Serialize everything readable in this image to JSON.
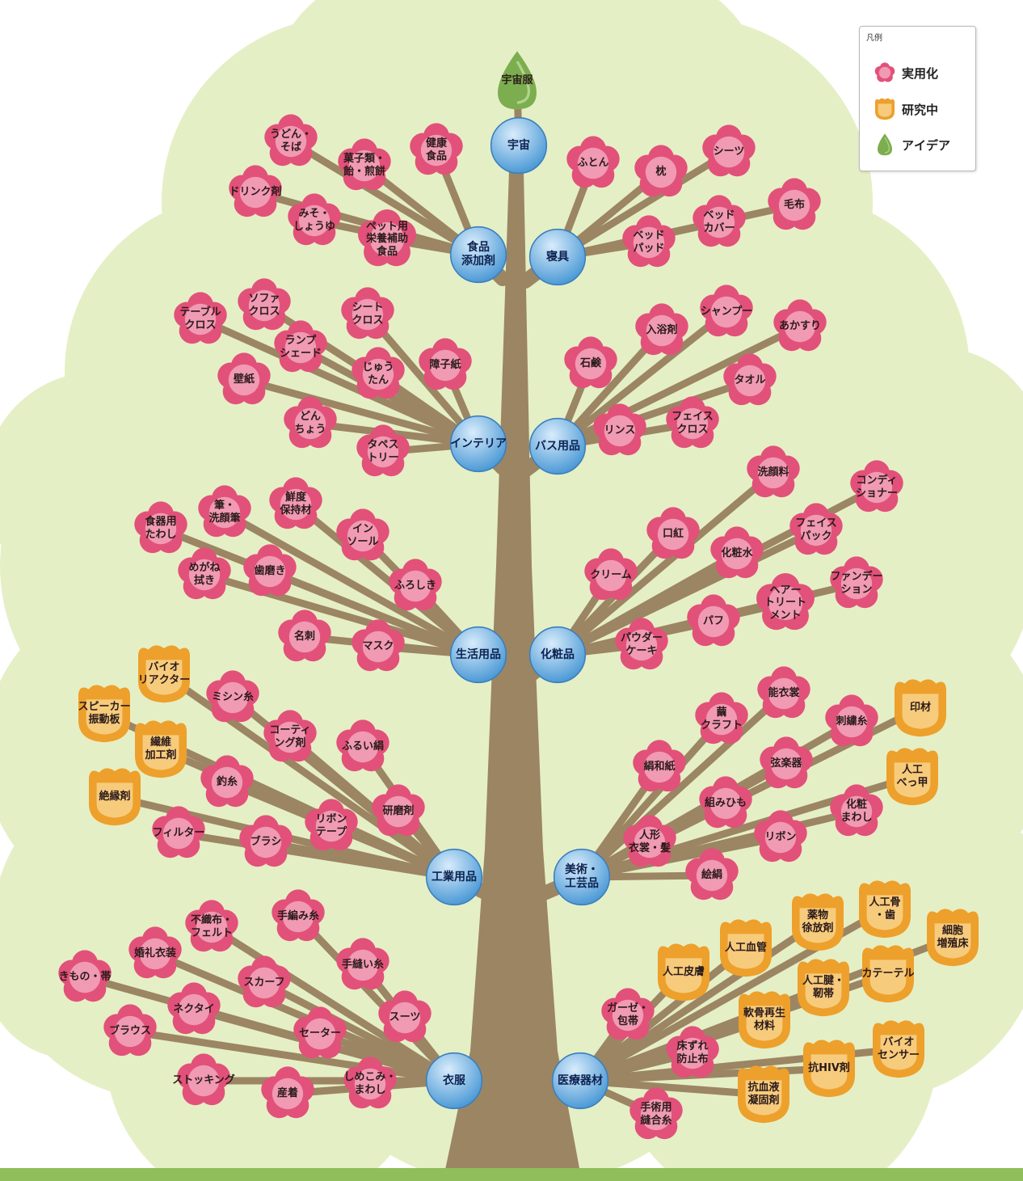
{
  "legend": {
    "title": "凡例",
    "items": [
      {
        "key": "flower",
        "label": "実用化",
        "icon": "pink-flower-icon"
      },
      {
        "key": "tulip",
        "label": "研究中",
        "icon": "yellow-bud-icon"
      },
      {
        "key": "leaf",
        "label": "アイデア",
        "icon": "green-leaf-icon"
      }
    ]
  },
  "colors": {
    "flower": "#e2517a",
    "flower_light": "#fbd7e1",
    "tulip": "#eda02b",
    "tulip_light": "#fde8b3",
    "leaf": "#7cae4f",
    "leaf_light": "#c7e2a5",
    "trunk": "#9c8563",
    "foliage": "#e5efc5",
    "category": "#4d9ad6",
    "category_light": "#d8ecfb"
  },
  "categories": [
    {
      "id": "space",
      "label": "宇宙"
    },
    {
      "id": "food",
      "label": "食品\n添加剤"
    },
    {
      "id": "bedding",
      "label": "寝具"
    },
    {
      "id": "interior",
      "label": "インテリア"
    },
    {
      "id": "bath",
      "label": "バス用品"
    },
    {
      "id": "daily",
      "label": "生活用品"
    },
    {
      "id": "cosmetics",
      "label": "化粧品"
    },
    {
      "id": "industrial",
      "label": "工業用品"
    },
    {
      "id": "art",
      "label": "美術・\n工芸品"
    },
    {
      "id": "clothing",
      "label": "衣服"
    },
    {
      "id": "medical",
      "label": "医療器材"
    }
  ],
  "items": [
    {
      "label": "宇宙服",
      "type": "leaf"
    },
    {
      "label": "うどん・\nそば",
      "type": "flower"
    },
    {
      "label": "菓子類・\n飴・煎餅",
      "type": "flower"
    },
    {
      "label": "健康\n食品",
      "type": "flower"
    },
    {
      "label": "ドリンク剤",
      "type": "flower"
    },
    {
      "label": "みそ・\nしょうゆ",
      "type": "flower"
    },
    {
      "label": "ペット用\n栄養補助\n食品",
      "type": "flower"
    },
    {
      "label": "ふとん",
      "type": "flower"
    },
    {
      "label": "枕",
      "type": "flower"
    },
    {
      "label": "シーツ",
      "type": "flower"
    },
    {
      "label": "毛布",
      "type": "flower"
    },
    {
      "label": "ベッド\nカバー",
      "type": "flower"
    },
    {
      "label": "ベッド\nパッド",
      "type": "flower"
    },
    {
      "label": "ソファ\nクロス",
      "type": "flower"
    },
    {
      "label": "テーブル\nクロス",
      "type": "flower"
    },
    {
      "label": "シート\nクロス",
      "type": "flower"
    },
    {
      "label": "ランプ\nシェード",
      "type": "flower"
    },
    {
      "label": "壁紙",
      "type": "flower"
    },
    {
      "label": "じゅう\nたん",
      "type": "flower"
    },
    {
      "label": "障子紙",
      "type": "flower"
    },
    {
      "label": "どん\nちょう",
      "type": "flower"
    },
    {
      "label": "タペス\nトリー",
      "type": "flower"
    },
    {
      "label": "シャンプー",
      "type": "flower"
    },
    {
      "label": "入浴剤",
      "type": "flower"
    },
    {
      "label": "あかすり",
      "type": "flower"
    },
    {
      "label": "石鹸",
      "type": "flower"
    },
    {
      "label": "タオル",
      "type": "flower"
    },
    {
      "label": "フェイス\nクロス",
      "type": "flower"
    },
    {
      "label": "リンス",
      "type": "flower"
    },
    {
      "label": "筆・\n洗顔筆",
      "type": "flower"
    },
    {
      "label": "鮮度\n保持材",
      "type": "flower"
    },
    {
      "label": "食器用\nたわし",
      "type": "flower"
    },
    {
      "label": "イン\nソール",
      "type": "flower"
    },
    {
      "label": "めがね\n拭き",
      "type": "flower"
    },
    {
      "label": "歯磨き",
      "type": "flower"
    },
    {
      "label": "ふろしき",
      "type": "flower"
    },
    {
      "label": "名刺",
      "type": "flower"
    },
    {
      "label": "マスク",
      "type": "flower"
    },
    {
      "label": "洗顔料",
      "type": "flower"
    },
    {
      "label": "コンディ\nショナー",
      "type": "flower"
    },
    {
      "label": "口紅",
      "type": "flower"
    },
    {
      "label": "フェイス\nパック",
      "type": "flower"
    },
    {
      "label": "化粧水",
      "type": "flower"
    },
    {
      "label": "クリーム",
      "type": "flower"
    },
    {
      "label": "ファンデー\nション",
      "type": "flower"
    },
    {
      "label": "ヘアー\nトリート\nメント",
      "type": "flower"
    },
    {
      "label": "パフ",
      "type": "flower"
    },
    {
      "label": "パウダー\nケーキ",
      "type": "flower"
    },
    {
      "label": "バイオ\nリアクター",
      "type": "tulip"
    },
    {
      "label": "スピーカー\n振動板",
      "type": "tulip"
    },
    {
      "label": "ミシン糸",
      "type": "flower"
    },
    {
      "label": "繊維\n加工剤",
      "type": "tulip"
    },
    {
      "label": "コーティ\nング剤",
      "type": "flower"
    },
    {
      "label": "ふるい絹",
      "type": "flower"
    },
    {
      "label": "釣糸",
      "type": "flower"
    },
    {
      "label": "絶縁剤",
      "type": "tulip"
    },
    {
      "label": "研磨剤",
      "type": "flower"
    },
    {
      "label": "リボン\nテープ",
      "type": "flower"
    },
    {
      "label": "フィルター",
      "type": "flower"
    },
    {
      "label": "ブラシ",
      "type": "flower"
    },
    {
      "label": "能衣裳",
      "type": "flower"
    },
    {
      "label": "繭\nクラフト",
      "type": "flower"
    },
    {
      "label": "刺繍糸",
      "type": "flower"
    },
    {
      "label": "印材",
      "type": "tulip"
    },
    {
      "label": "絹和紙",
      "type": "flower"
    },
    {
      "label": "弦楽器",
      "type": "flower"
    },
    {
      "label": "人工\nべっ甲",
      "type": "tulip"
    },
    {
      "label": "組みひも",
      "type": "flower"
    },
    {
      "label": "化粧\nまわし",
      "type": "flower"
    },
    {
      "label": "人形\n衣裳・髪",
      "type": "flower"
    },
    {
      "label": "リボン",
      "type": "flower"
    },
    {
      "label": "絵絹",
      "type": "flower"
    },
    {
      "label": "不織布・\nフェルト",
      "type": "flower"
    },
    {
      "label": "手編み糸",
      "type": "flower"
    },
    {
      "label": "婚礼衣装",
      "type": "flower"
    },
    {
      "label": "手縫い糸",
      "type": "flower"
    },
    {
      "label": "きもの・帯",
      "type": "flower"
    },
    {
      "label": "スカーフ",
      "type": "flower"
    },
    {
      "label": "ネクタイ",
      "type": "flower"
    },
    {
      "label": "スーツ",
      "type": "flower"
    },
    {
      "label": "ブラウス",
      "type": "flower"
    },
    {
      "label": "セーター",
      "type": "flower"
    },
    {
      "label": "ストッキング",
      "type": "flower"
    },
    {
      "label": "産着",
      "type": "flower"
    },
    {
      "label": "しめこみ・\nまわし",
      "type": "flower"
    },
    {
      "label": "薬物\n徐放剤",
      "type": "tulip"
    },
    {
      "label": "人工骨\n・歯",
      "type": "tulip"
    },
    {
      "label": "人工血管",
      "type": "tulip"
    },
    {
      "label": "細胞\n増殖床",
      "type": "tulip"
    },
    {
      "label": "人工皮膚",
      "type": "tulip"
    },
    {
      "label": "カテーテル",
      "type": "tulip"
    },
    {
      "label": "人工腱・\n靭帯",
      "type": "tulip"
    },
    {
      "label": "ガーゼ・\n包帯",
      "type": "flower"
    },
    {
      "label": "軟骨再生\n材料",
      "type": "tulip"
    },
    {
      "label": "床ずれ\n防止布",
      "type": "flower"
    },
    {
      "label": "バイオ\nセンサー",
      "type": "tulip"
    },
    {
      "label": "抗HIV剤",
      "type": "tulip"
    },
    {
      "label": "抗血液\n凝固剤",
      "type": "tulip"
    },
    {
      "label": "手術用\n縫合糸",
      "type": "flower"
    }
  ]
}
